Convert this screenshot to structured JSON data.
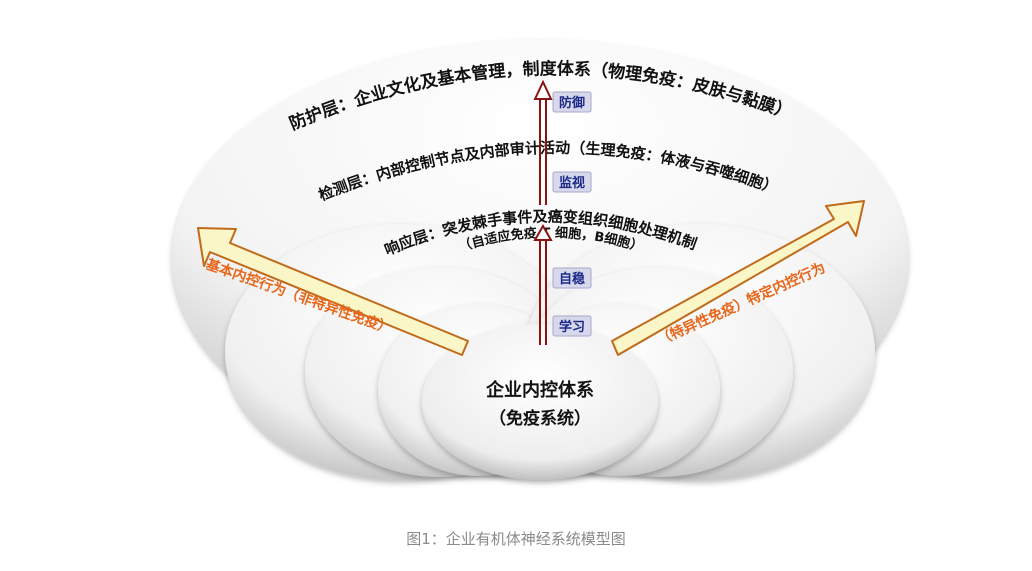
{
  "layers": {
    "outer": "防护层：企业文化及基本管理，制度体系（物理免疫：皮肤与黏膜）",
    "middle": "检测层：内部控制节点及内部审计活动（生理免疫：体液与吞噬细胞）",
    "inner_line1": "响应层：突发棘手事件及癌变组织细胞处理机制",
    "inner_line2": "（自适应免疫 T 细胞，B细胞）"
  },
  "center": {
    "line1": "企业内控体系",
    "line2": "（免疫系统）"
  },
  "steps": [
    "学习",
    "自稳",
    "监视",
    "防御"
  ],
  "left_arrow": {
    "label1": "基本内控行为",
    "label2": "（非特异性免疫）"
  },
  "right_arrow": {
    "label1": "特定内控行为",
    "label2": "（特异性免疫）"
  },
  "caption": "图1：企业有机体神经系统模型图",
  "colors": {
    "step_box": "#d8d8ec",
    "step_text": "#1c2a88",
    "arrow_fill": "#fbf6c8",
    "arrow_stroke": "#c06a1a",
    "vertical_arrow": "#8a1414",
    "side_label": "#e8661a",
    "layer_text": "#111111"
  }
}
